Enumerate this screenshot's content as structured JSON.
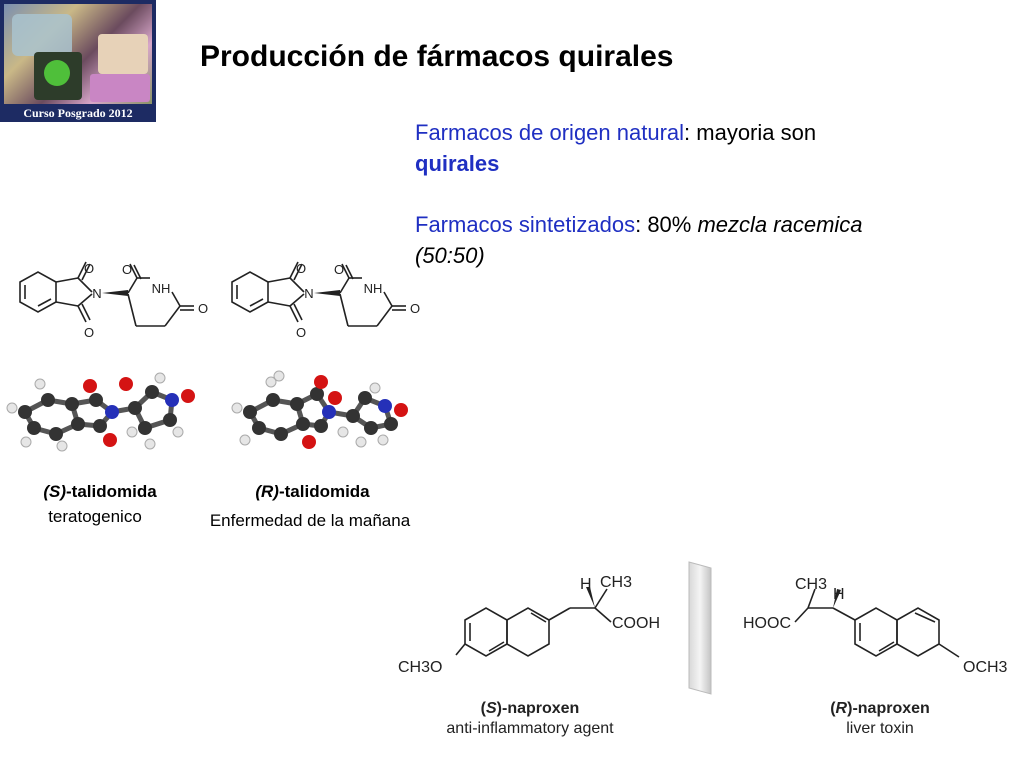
{
  "logo": {
    "caption": "Curso Posgrado 2012"
  },
  "title": "Producción de fármacos quirales",
  "bullets": [
    {
      "lead": "Farmacos de origen natural",
      "sep": ": mayoria son ",
      "emph": "quirales"
    },
    {
      "lead": "Farmacos sintetizados",
      "sep": ": 80% ",
      "emph": "mezcla racemica (50:50)"
    }
  ],
  "thalidomide": {
    "s": {
      "prefix": "(S)",
      "name": "-talidomida",
      "note": "teratogenico"
    },
    "r": {
      "prefix": "(R)",
      "name": "-talidomida",
      "note": "Enfermedad de la mañana"
    },
    "atoms": {
      "o": "O",
      "nh": "NH",
      "n": "N"
    }
  },
  "naproxen": {
    "s": {
      "prefix": "S",
      "name": "-naproxen",
      "note": "anti-inflammatory agent"
    },
    "r": {
      "prefix": "R",
      "name": "-naproxen",
      "note": "liver toxin"
    },
    "atoms": {
      "h": "H",
      "ch3": "CH3",
      "cooh": "COOH",
      "hooc": "HOOC",
      "ch3o": "CH3O",
      "och3": "OCH3"
    }
  },
  "colors": {
    "accent_blue": "#1f2fc2",
    "oxygen": "#d41313",
    "nitrogen": "#2530b8",
    "carbon": "#333333",
    "hydrogen": "#e6e6e6"
  }
}
